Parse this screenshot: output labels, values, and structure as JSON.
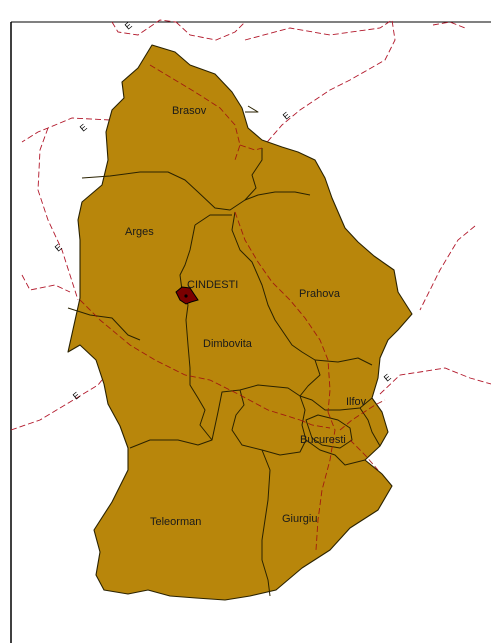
{
  "map": {
    "colors": {
      "land": "#b8860b",
      "border": "#2a2200",
      "road": "#b2182b",
      "town": "#7a0000",
      "frame": "#000000"
    },
    "counties": {
      "brasov": "Brasov",
      "arges": "Arges",
      "prahova": "Prahova",
      "dimbovita": "Dimbovita",
      "ilfov": "Ilfov",
      "bucuresti": "Bucuresti",
      "teleorman": "Teleorman",
      "giurgiu": "Giurgiu"
    },
    "town": {
      "name": "CINDESTI"
    },
    "road_markers": [
      "E",
      "E",
      "E",
      "E",
      "E",
      "E"
    ]
  }
}
